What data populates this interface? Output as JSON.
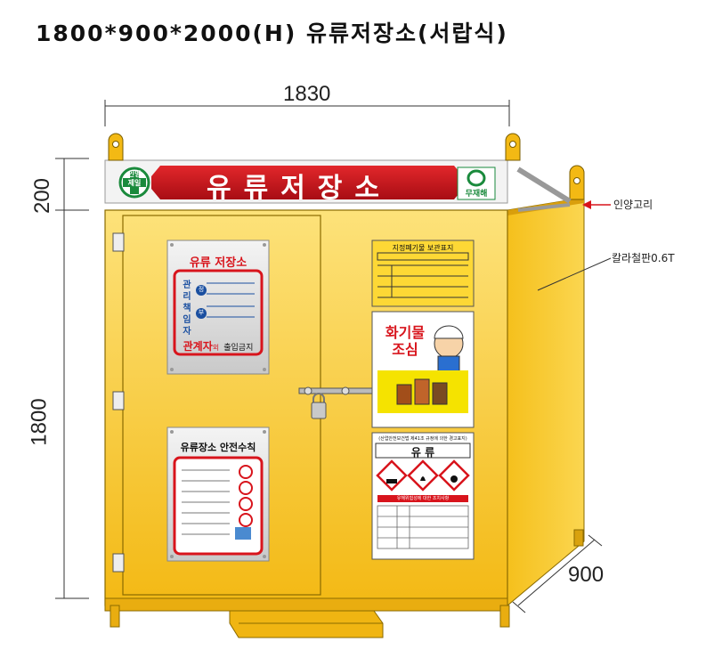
{
  "title": "1800*900*2000(H) 유류저장소(서랍식)",
  "dimensions": {
    "width": "1830",
    "top_height": "200",
    "body_height": "1800",
    "depth": "900"
  },
  "callouts": {
    "lifting_ring": "인양고리",
    "galvalume": "칼라철판0.6T"
  },
  "banner": {
    "title": "유류저장소",
    "left_badge": [
      "인명",
      "제일"
    ],
    "right_badge": "무재해"
  },
  "sign_storage": {
    "title": "유류 저장소",
    "manager_label": [
      "관",
      "리",
      "책",
      "임",
      "자"
    ],
    "row_marks": [
      "정",
      "부"
    ],
    "footer_big": "관계자",
    "footer_small": "외",
    "footer_end": "출입금지"
  },
  "sign_rules": {
    "title": "유류장소 안전수칙"
  },
  "sign_waste": {
    "title": "지정폐기물 보관표지"
  },
  "sign_fire": {
    "line1": "화기물",
    "line2": "조심"
  },
  "sign_oil": {
    "header": "(산업안전보건법 제41조 규정에 의한 경고표지)",
    "title": "유 류",
    "warning": "유해위험성에 대한 조치사항"
  },
  "colors": {
    "body": "#f6c31a",
    "banner_red": "#c8141c",
    "green": "#1a8a3c"
  }
}
